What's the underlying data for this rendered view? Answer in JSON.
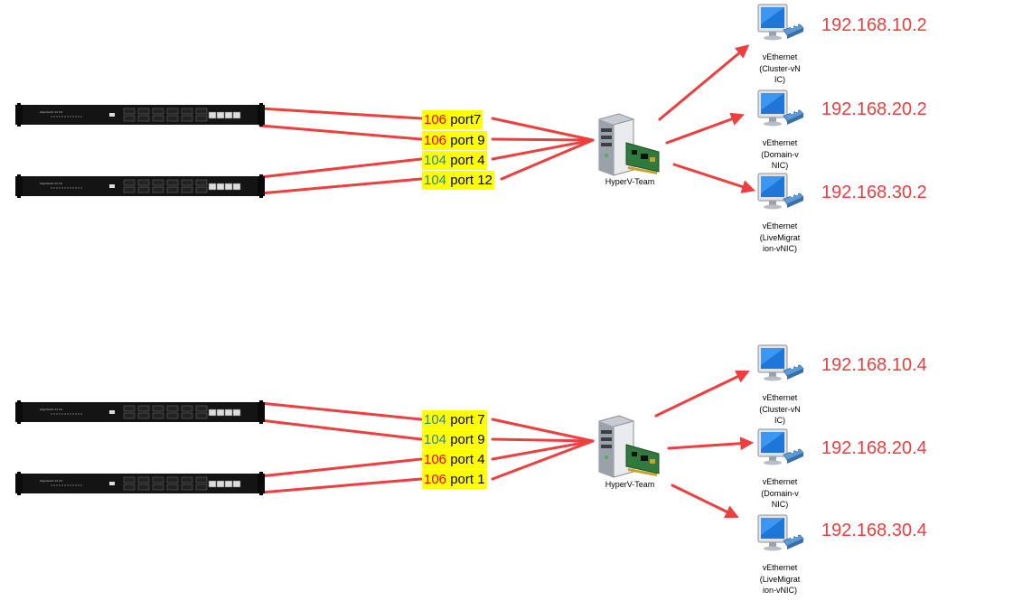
{
  "groups": [
    {
      "ports": [
        {
          "vlan": "106",
          "port": "port7",
          "kind": "106"
        },
        {
          "vlan": "106",
          "port": "port 9",
          "kind": "106"
        },
        {
          "vlan": "104",
          "port": "port 4",
          "kind": "104"
        },
        {
          "vlan": "104",
          "port": "port 12",
          "kind": "104"
        }
      ],
      "server_label": "HyperV-Team",
      "vnics": [
        {
          "name_lines": [
            "vEthernet",
            "(Cluster-vN",
            "IC)"
          ],
          "ip": "192.168.10.2"
        },
        {
          "name_lines": [
            "vEthernet",
            "(Domain-v",
            "NIC)"
          ],
          "ip": "192.168.20.2"
        },
        {
          "name_lines": [
            "vEthernet",
            "(LiveMigrat",
            "ion-vNIC)"
          ],
          "ip": "192.168.30.2"
        }
      ]
    },
    {
      "ports": [
        {
          "vlan": "104",
          "port": "port 7",
          "kind": "104"
        },
        {
          "vlan": "104",
          "port": "port 9",
          "kind": "104"
        },
        {
          "vlan": "106",
          "port": "port 4",
          "kind": "106"
        },
        {
          "vlan": "106",
          "port": "port 1",
          "kind": "106"
        }
      ],
      "server_label": "HyperV-Team",
      "vnics": [
        {
          "name_lines": [
            "vEthernet",
            "(Cluster-vN",
            "IC)"
          ],
          "ip": "192.168.10.4"
        },
        {
          "name_lines": [
            "vEthernet",
            "(Domain-v",
            "NIC)"
          ],
          "ip": "192.168.20.4"
        },
        {
          "name_lines": [
            "vEthernet",
            "(LiveMigrat",
            "ion-vNIC)"
          ],
          "ip": "192.168.30.4"
        }
      ]
    }
  ],
  "switch_brand": "EdgeSwitch 16 XG",
  "colors": {
    "wire": "#ef3e3e",
    "vlan_106": "#ff0000",
    "vlan_104": "#31849b",
    "label_bg": "#ffff00"
  },
  "icons": {
    "switch": "rack-switch-icon",
    "server": "server-tower-icon",
    "vnic": "network-computer-icon"
  }
}
